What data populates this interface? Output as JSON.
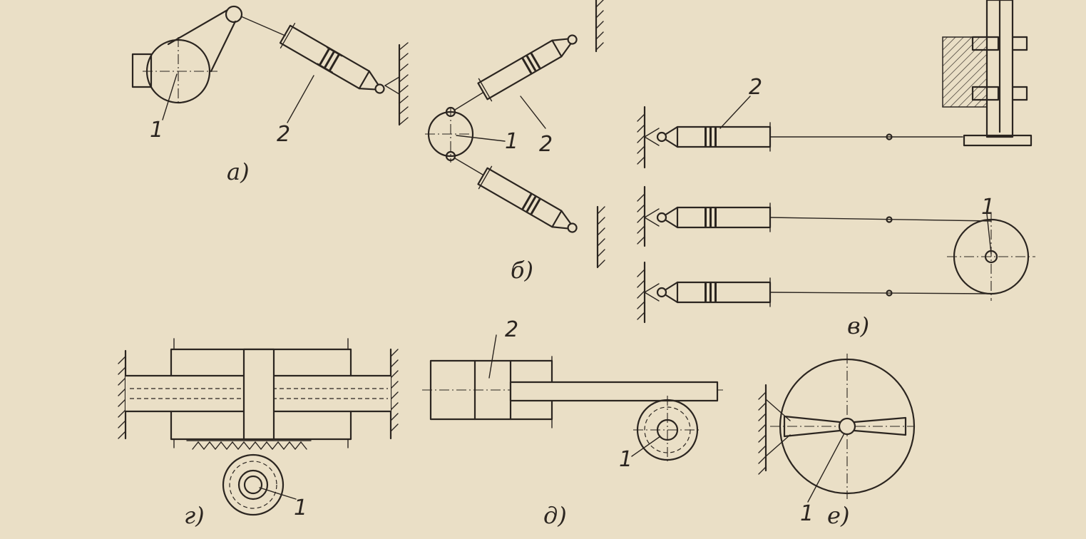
{
  "labels": {
    "a": {
      "one": "1",
      "two": "2",
      "caption": "а)"
    },
    "b": {
      "one": "1",
      "two": "2",
      "caption": "б)"
    },
    "v": {
      "two": "2",
      "one": "1",
      "caption": "в)"
    },
    "g": {
      "one": "1",
      "caption": "г)"
    },
    "d": {
      "two": "2",
      "one": "1",
      "caption": "д)"
    },
    "e": {
      "one": "1",
      "caption": "е)"
    }
  },
  "colors": {
    "ink": "#2b2520",
    "paper": "#eadfc6"
  }
}
